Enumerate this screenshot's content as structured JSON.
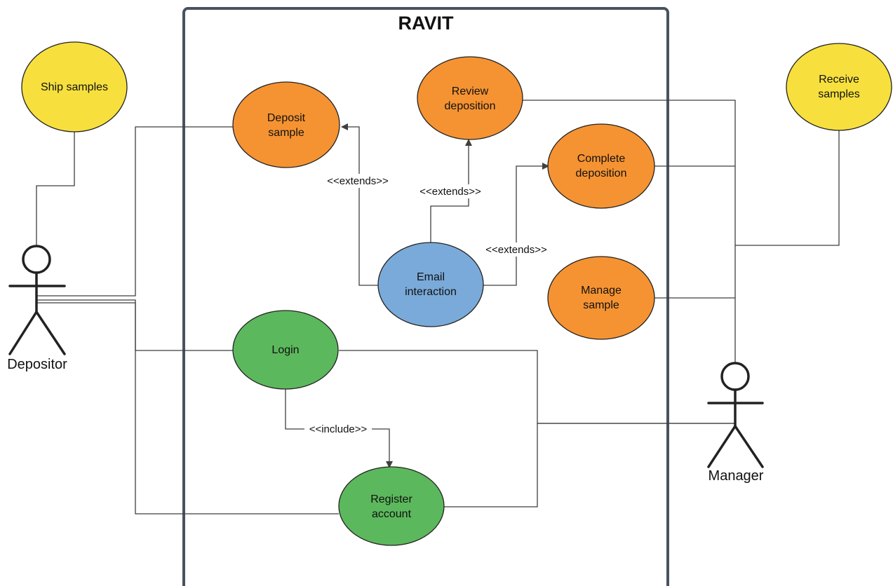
{
  "system": {
    "title": "RAVIT"
  },
  "actors": {
    "depositor": {
      "label": "Depositor"
    },
    "manager": {
      "label": "Manager"
    }
  },
  "use_cases": {
    "ship_samples": {
      "lines": [
        "Ship samples"
      ],
      "color": "#f7e03e"
    },
    "receive_samples": {
      "lines": [
        "Receive",
        "samples"
      ],
      "color": "#f7e03e"
    },
    "deposit_sample": {
      "lines": [
        "Deposit",
        "sample"
      ],
      "color": "#f59332"
    },
    "review_deposition": {
      "lines": [
        "Review",
        "deposition"
      ],
      "color": "#f59332"
    },
    "complete_deposition": {
      "lines": [
        "Complete",
        "deposition"
      ],
      "color": "#f59332"
    },
    "manage_sample": {
      "lines": [
        "Manage",
        "sample"
      ],
      "color": "#f59332"
    },
    "email_interaction": {
      "lines": [
        "Email",
        "interaction"
      ],
      "color": "#7aaad9"
    },
    "login": {
      "lines": [
        "Login"
      ],
      "color": "#5cb85c"
    },
    "register_account": {
      "lines": [
        "Register",
        "account"
      ],
      "color": "#5cb85c"
    }
  },
  "relations": {
    "extends_deposit": "<<extends>>",
    "extends_review": "<<extends>>",
    "extends_complete": "<<extends>>",
    "include_register": "<<include>>"
  }
}
